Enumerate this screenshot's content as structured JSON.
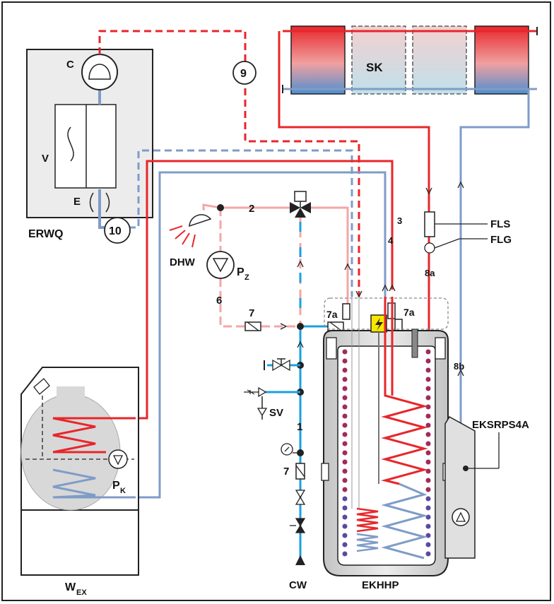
{
  "labels": {
    "compressor": "C",
    "fan": "V",
    "expansion": "E",
    "outdoor_unit": "ERWQ",
    "circle_9": "9",
    "circle_10": "10",
    "solar_collector": "SK",
    "flow_sensor": "FLS",
    "flow_gauge": "FLG",
    "line_8a": "8a",
    "line_8b": "8b",
    "pump_module": "EKSRPS4A",
    "storage_tank": "EKHHP",
    "cold_water": "CW",
    "domestic_hot_water": "DHW",
    "circulation_pump": "P",
    "circulation_pump_sub": "Z",
    "boiler_pump": "P",
    "boiler_pump_sub": "K",
    "boiler": "W",
    "boiler_sub": "EX",
    "safety_valve": "SV",
    "line_1": "1",
    "line_2": "2",
    "line_3": "3",
    "line_4": "4",
    "line_6": "6",
    "line_7_a": "7",
    "line_7_b": "7",
    "line_7a_a": "7a",
    "line_7a_b": "7a"
  },
  "colors": {
    "hot": "#e8262a",
    "cold": "#7f9cc8",
    "hot_light": "#f4a6a6",
    "water": "#1aa0dc",
    "gray": "#d4d4d4"
  }
}
